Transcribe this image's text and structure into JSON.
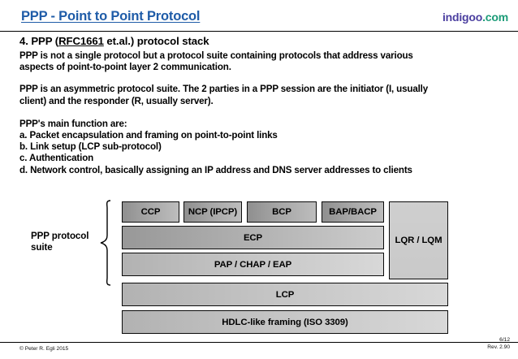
{
  "header": {
    "title": "PPP - Point to Point Protocol",
    "brand_name": "indigoo",
    "brand_tld": ".com",
    "title_color": "#1f5ca8",
    "brand_name_color": "#4b3fa0",
    "brand_tld_color": "#1c9c78"
  },
  "body": {
    "section_heading_prefix": "4. PPP (",
    "section_heading_rfc": "RFC1661",
    "section_heading_suffix": " et.al.) protocol stack",
    "paragraph1_line1": "PPP is not a single protocol but a protocol suite containing protocols that address various",
    "paragraph1_line2": "aspects of point-to-point layer 2 communication.",
    "paragraph2_line1": "PPP is an asymmetric protocol suite. The 2 parties in a PPP session are the initiator (I, usually",
    "paragraph2_line2": "client) and the responder (R, usually server).",
    "functions_intro": "PPP's main function are:",
    "functions": [
      "a. Packet encapsulation and framing on point-to-point links",
      "b. Link setup (LCP sub-protocol)",
      "c. Authentication",
      "d. Network control, basically assigning an IP address and DNS server addresses to clients"
    ]
  },
  "diagram": {
    "label_line1": "PPP protocol",
    "label_line2": "suite",
    "boxes": {
      "ccp": "CCP",
      "ncp": "NCP (IPCP)",
      "bcp": "BCP",
      "bap": "BAP/BACP",
      "lqr": "LQR / LQM",
      "ecp": "ECP",
      "auth": "PAP / CHAP / EAP",
      "lcp": "LCP",
      "hdlc": "HDLC-like framing (ISO 3309)"
    },
    "box_border_color": "#0a0a0a",
    "fill_dark_start": "#8f8f8f",
    "fill_light_end": "#d8d8d8"
  },
  "footer": {
    "copyright": "© Peter R. Egli 2015",
    "page_number": "6/12",
    "revision": "Rev. 2.90"
  }
}
